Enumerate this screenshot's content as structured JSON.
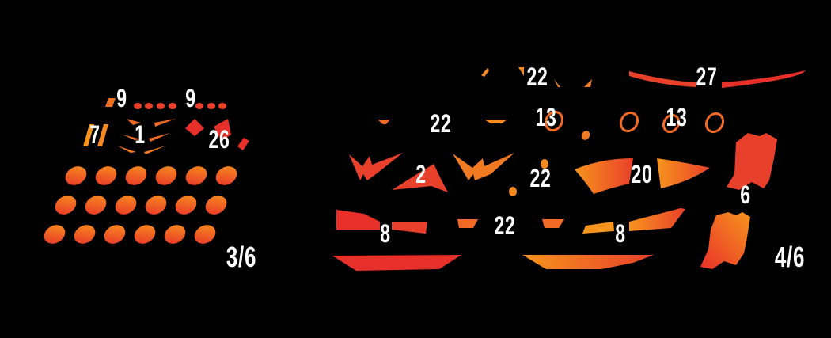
{
  "sheet_left": {
    "page_label": "3/6",
    "part_numbers": [
      "9",
      "9",
      "7",
      "1",
      "26"
    ]
  },
  "sheet_right": {
    "page_label": "4/6",
    "part_numbers": [
      "22",
      "27",
      "22",
      "13",
      "13",
      "2",
      "22",
      "20",
      "6",
      "8",
      "22",
      "8"
    ]
  },
  "colors": {
    "red": "#e8302a",
    "orange": "#f7941d",
    "label": "#ffffff",
    "background": "#000000"
  }
}
